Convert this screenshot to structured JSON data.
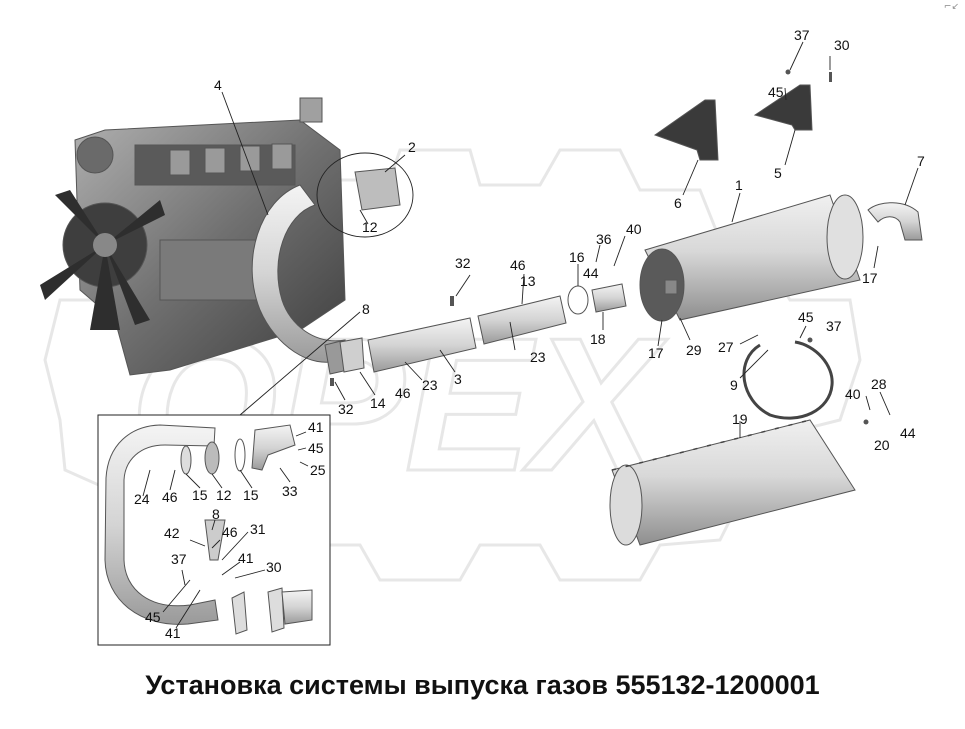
{
  "title": "Установка системы выпуска газов 555132-1200001",
  "corner_mark": "⌐↙",
  "watermark_text": "OPEX",
  "callouts": {
    "c1": "1",
    "c2": "2",
    "c3": "3",
    "c4": "4",
    "c5": "5",
    "c6": "6",
    "c7": "7",
    "c8": "8",
    "c9": "9",
    "c12": "12",
    "c13": "13",
    "c14": "14",
    "c16": "16",
    "c17a": "17",
    "c17b": "17",
    "c18": "18",
    "c19": "19",
    "c23a": "23",
    "c23b": "23",
    "c27": "27",
    "c29": "29",
    "c30": "30",
    "c32a": "32",
    "c32b": "32",
    "c36": "36",
    "c37a": "37",
    "c37b": "37",
    "c40a": "40",
    "c40b": "40",
    "c44a": "44",
    "c44b": "44",
    "c45a": "45",
    "c45b": "45",
    "c46a": "46",
    "c46b": "46",
    "c20": "20",
    "c28": "28"
  },
  "inset_callouts": {
    "i41a": "41",
    "i45a": "45",
    "i25": "25",
    "i33": "33",
    "i24": "24",
    "i46a": "46",
    "i15a": "15",
    "i12": "12",
    "i15b": "15",
    "i8": "8",
    "i42": "42",
    "i46b": "46",
    "i31": "31",
    "i37": "37",
    "i41b": "41",
    "i30": "30",
    "i45b": "45",
    "i41c": "41"
  },
  "colors": {
    "metal_light": "#e6e6e6",
    "metal_mid": "#c8c8c8",
    "metal_dark": "#8a8a8a",
    "engine_dark": "#4a4a4a",
    "watermark": "#d9d9d9"
  }
}
